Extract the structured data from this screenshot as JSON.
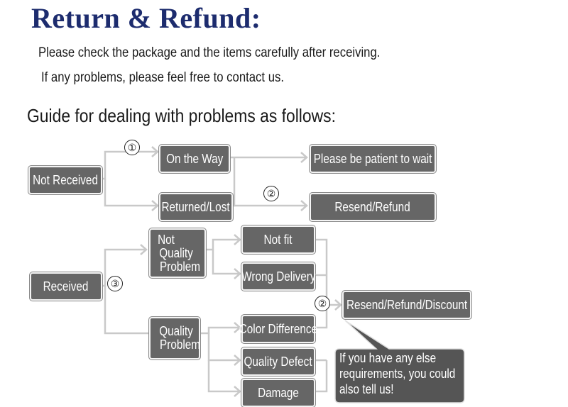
{
  "title": "Return & Refund:",
  "intro": {
    "line1": "Please check the package and the items carefully after receiving.",
    "line2": "If any problems, please feel free to contact us."
  },
  "guide_heading": "Guide for dealing with problems as follows:",
  "nodes": {
    "not_received": "Not Received",
    "on_the_way": "On the Way",
    "returned_lost": "Returned/Lost",
    "patient_wait": "Please be patient to wait",
    "resend_refund": "Resend/Refund",
    "received": "Received",
    "not_quality_problem": [
      "Not",
      "Quality",
      "Problem"
    ],
    "quality_problem": [
      "Quality",
      "Problem"
    ],
    "not_fit": "Not fit",
    "wrong_delivery": "Wrong Delivery",
    "color_difference": "Color Difference",
    "quality_defect": "Quality Defect",
    "damage": "Damage",
    "resend_refund_discount": "Resend/Refund/Discount"
  },
  "markers": {
    "one": "①",
    "two_top": "②",
    "three": "③",
    "two_bottom": "②"
  },
  "bubble": [
    "If you have any else",
    "requirements, you could",
    "also tell us!"
  ],
  "colors": {
    "title": "#1d2c6e",
    "box_fill": "#666666",
    "arrow": "#c9c9c9"
  }
}
